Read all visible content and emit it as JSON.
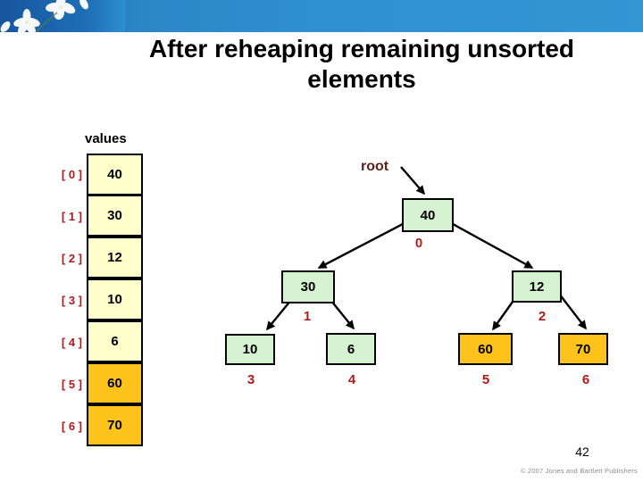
{
  "slide": {
    "title_line1": "After reheaping remaining unsorted",
    "title_line2": "elements",
    "page_number": "42",
    "copyright": "© 2007 Jones and Bartlett Publishers"
  },
  "array": {
    "label": "values",
    "cells": [
      {
        "index_label": "[ 0 ]",
        "value": "40",
        "state": "heap"
      },
      {
        "index_label": "[ 1 ]",
        "value": "30",
        "state": "heap"
      },
      {
        "index_label": "[ 2 ]",
        "value": "12",
        "state": "heap"
      },
      {
        "index_label": "[ 3 ]",
        "value": "10",
        "state": "heap"
      },
      {
        "index_label": "[ 4 ]",
        "value": "6",
        "state": "heap"
      },
      {
        "index_label": "[ 5 ]",
        "value": "60",
        "state": "sorted"
      },
      {
        "index_label": "[ 6 ]",
        "value": "70",
        "state": "sorted"
      }
    ]
  },
  "tree": {
    "root_label": "root",
    "nodes": [
      {
        "value": "40",
        "index": "0",
        "state": "heap"
      },
      {
        "value": "30",
        "index": "1",
        "state": "heap"
      },
      {
        "value": "12",
        "index": "2",
        "state": "heap"
      },
      {
        "value": "10",
        "index": "3",
        "state": "heap"
      },
      {
        "value": "6",
        "index": "4",
        "state": "heap"
      },
      {
        "value": "60",
        "index": "5",
        "state": "sorted"
      },
      {
        "value": "70",
        "index": "6",
        "state": "sorted"
      }
    ],
    "edges": [
      {
        "from": "root-label",
        "to": "40"
      },
      {
        "from": "40",
        "to": "30"
      },
      {
        "from": "40",
        "to": "12"
      },
      {
        "from": "30",
        "to": "10"
      },
      {
        "from": "30",
        "to": "6"
      },
      {
        "from": "12",
        "to": "60"
      },
      {
        "from": "12",
        "to": "70"
      }
    ]
  },
  "colors": {
    "banner_blue": "#2E8FCE",
    "heap_green": "#D5F3D0",
    "sorted_orange": "#FDC31B",
    "array_cream": "#FFFFCC",
    "index_red": "#B21A1A",
    "root_maroon": "#5F241C",
    "border_black": "#000000",
    "footer_gray": "#8C8C8C"
  }
}
